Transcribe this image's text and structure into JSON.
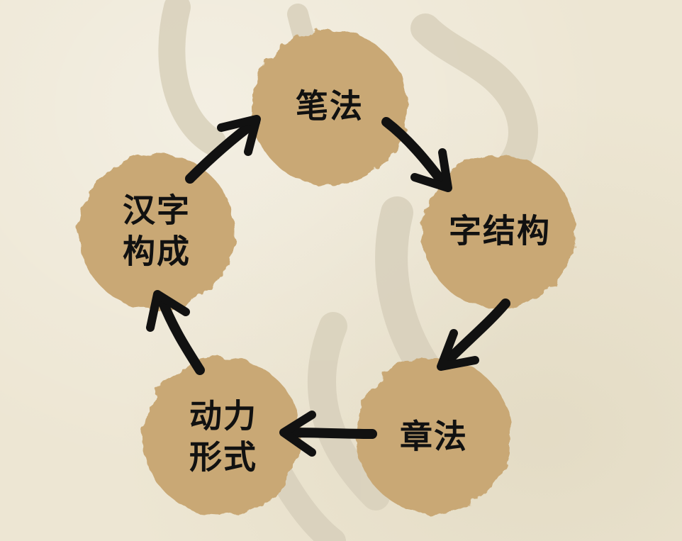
{
  "colors": {
    "background": "#ede6d3",
    "node_fill": "#c9a874",
    "arrow": "#111111",
    "watermark": "#d8d0bc"
  },
  "nodes": [
    {
      "id": "bifa",
      "label": "笔法"
    },
    {
      "id": "zijiegou",
      "label": "字结构"
    },
    {
      "id": "zhangfa",
      "label": "章法"
    },
    {
      "id": "dongli",
      "label": "动力\n形式"
    },
    {
      "id": "hanzi",
      "label": "汉字\n构成"
    }
  ],
  "edges": [
    {
      "from": "bifa",
      "to": "zijiegou"
    },
    {
      "from": "zijiegou",
      "to": "zhangfa"
    },
    {
      "from": "zhangfa",
      "to": "dongli"
    },
    {
      "from": "dongli",
      "to": "hanzi"
    },
    {
      "from": "hanzi",
      "to": "bifa"
    }
  ]
}
